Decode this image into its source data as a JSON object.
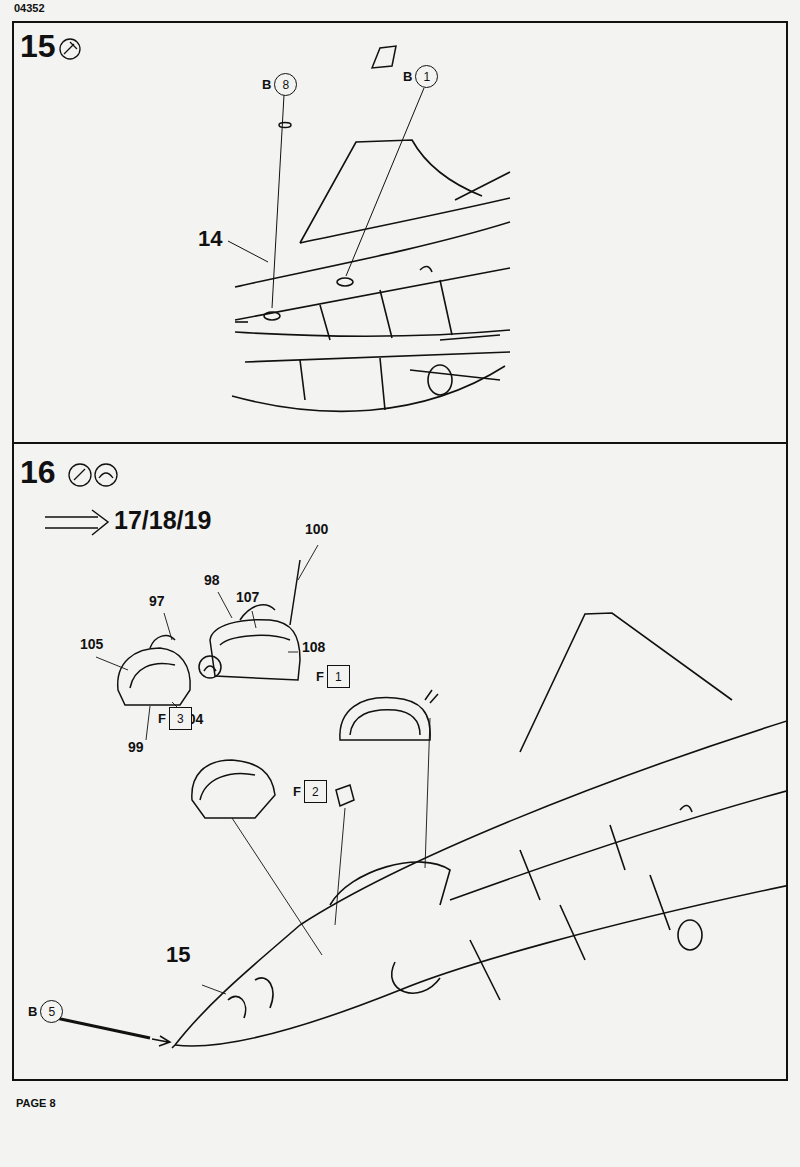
{
  "diagram": {
    "nodes": [
      {
        "text": [
          "B",
          "8"
        ]
      },
      {
        "text": [
          "B",
          "1"
        ]
      },
      {
        "text": [
          "F",
          "1"
        ]
      },
      {
        "text": [
          "F",
          "3"
        ]
      },
      {
        "text": [
          "F",
          "2"
        ]
      },
      {
        "text": [
          "B",
          "5"
        ]
      }
    ],
    "labels": [
      "04352",
      "15",
      "14",
      "16",
      "17/18/19",
      "100",
      "98",
      "107",
      "97",
      "105",
      "108",
      "104",
      "99",
      "15",
      "PAGE 8"
    ]
  }
}
